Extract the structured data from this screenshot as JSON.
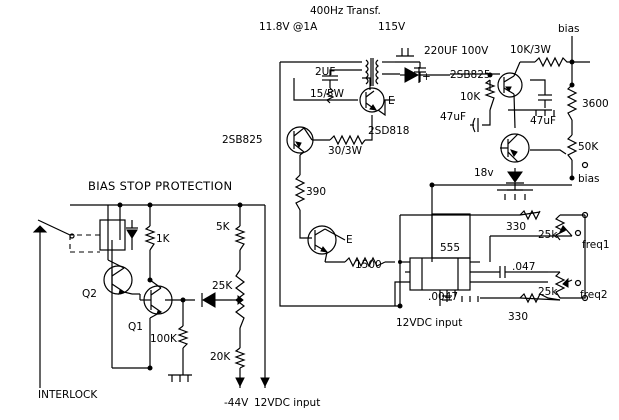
{
  "labels": {
    "transformer_title": "400Hz Transf.",
    "primary_rating": "11.8V @1A",
    "secondary_voltage": "115V",
    "cap_2uf": "2UF",
    "res_15_5w": "15/5W",
    "cap_220uf": "220UF 100V",
    "res_10k_3w": "10K/3W",
    "bias_top": "bias",
    "q_2sb825_top": "2SB825",
    "res_3600": "3600",
    "res_10k": "10K",
    "cap_47uf_left": "47uF",
    "cap_47uf_right": "47uF",
    "q_2sd818": "2SD818",
    "q_2sb825_left": "2SB825",
    "res_30_3w": "30/3W",
    "res_50k": "50K",
    "bias_out": "bias",
    "zener_18v": "18v",
    "res_390": "390",
    "ic_555": "555",
    "res_330_top": "330",
    "pot_25k_top": "25k",
    "freq1": "freq1",
    "res_1500": "1500",
    "cap_047": ".047",
    "cap_0047": ".0047",
    "pot_25k_bottom": "25k",
    "freq2": "freq2",
    "res_330_bottom": "330",
    "input_12v_right": "12VDC input",
    "bias_stop_title": "BIAS STOP PROTECTION",
    "res_1k": "1K",
    "res_5k": "5K",
    "pot_25k_left": "25K",
    "q2": "Q2",
    "q1": "Q1",
    "res_100k": "100K",
    "res_20k": "20K",
    "interlock": "INTERLOCK",
    "neg_44v": "-44V",
    "input_12v_bottom": "12VDC input"
  }
}
